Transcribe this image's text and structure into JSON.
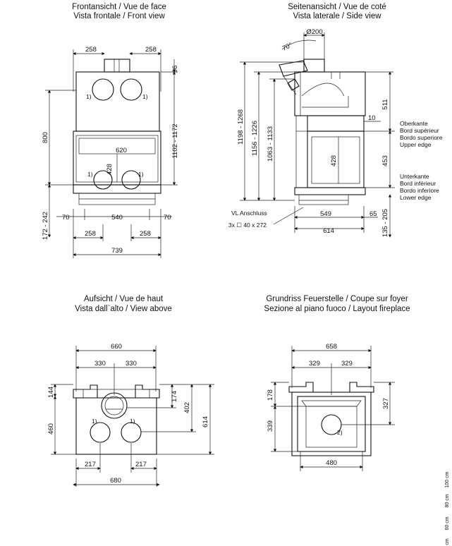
{
  "front": {
    "title": [
      "Frontansicht / Vue de face",
      "Vista frontale / Front view"
    ],
    "dims": {
      "left": "258",
      "right": "258",
      "top": "96",
      "height": "800",
      "total_h": "1102 - 1172",
      "inner_w": "620",
      "inner_h": "428",
      "foot": "172 - 242",
      "side_l": "70",
      "center": "540",
      "side_r": "70",
      "bot_l": "258",
      "bot_r": "258",
      "total_w": "739"
    },
    "marks": [
      "1)",
      "1)",
      "1)",
      "1)"
    ]
  },
  "side": {
    "title": [
      "Seitenansicht / Vue de coté",
      "Vista laterale / Side view"
    ],
    "dims": {
      "dia": "Ø200",
      "angle": "70°",
      "h1": "1198 - 1268",
      "h2": "1156 - 1226",
      "h3": "1063 - 1133",
      "top": "511",
      "ten": "10",
      "mid": "453",
      "inner": "428",
      "depth": "549",
      "back": "65",
      "total": "614",
      "foot": "135 - 205"
    },
    "upper_labels": [
      "Oberkante",
      "Bord supérieur",
      "Bordo superiore",
      "Upper edge"
    ],
    "lower_labels": [
      "Unterkante",
      "Bord inférieur",
      "Bordo inferiore",
      "Lower edge"
    ],
    "vl": [
      "VL Anschluss",
      "3x ☐ 40 x 272"
    ]
  },
  "above": {
    "title": [
      "Aufsicht / Vue de haut",
      "Vista dall`alto / View above"
    ],
    "dims": {
      "total": "660",
      "l": "330",
      "r": "330",
      "h144": "144",
      "h174": "174",
      "h402": "402",
      "h614": "614",
      "h460": "460",
      "b_l": "217",
      "b_r": "217",
      "bottom": "680"
    },
    "marks": [
      "1)",
      "1)"
    ]
  },
  "layout": {
    "title": [
      "Grundriss Feuerstelle / Coupe sur foyer",
      "Sezione al piano fuoco / Layout fireplace"
    ],
    "dims": {
      "total": "658",
      "l": "329",
      "r": "329",
      "h178": "178",
      "h327": "327",
      "h339": "339",
      "bottom": "480"
    },
    "marks": [
      "2)"
    ]
  },
  "scale": [
    "100 cm",
    "80 cm",
    "60 cm",
    "cm"
  ]
}
